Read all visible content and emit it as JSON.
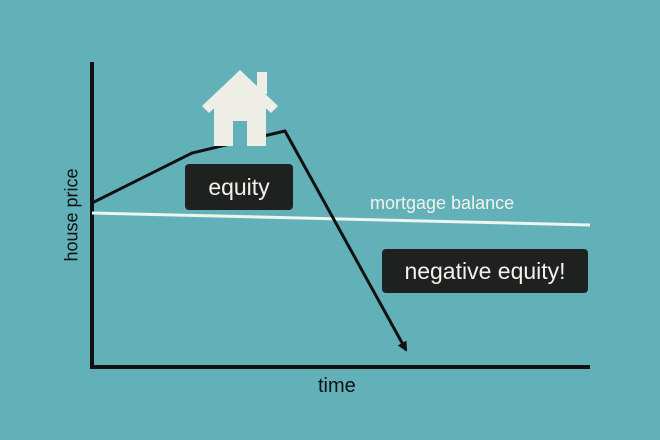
{
  "diagram": {
    "ylabel": "house price",
    "xlabel": "time",
    "mortgage_label": "mortgage balance",
    "equity_label": "equity",
    "negative_label": "negative equity!",
    "icon": "house-icon",
    "colors": {
      "background": "#62b1b9",
      "line": "#111111",
      "mortgage": "#eef4f0",
      "box": "#1e211f"
    }
  }
}
